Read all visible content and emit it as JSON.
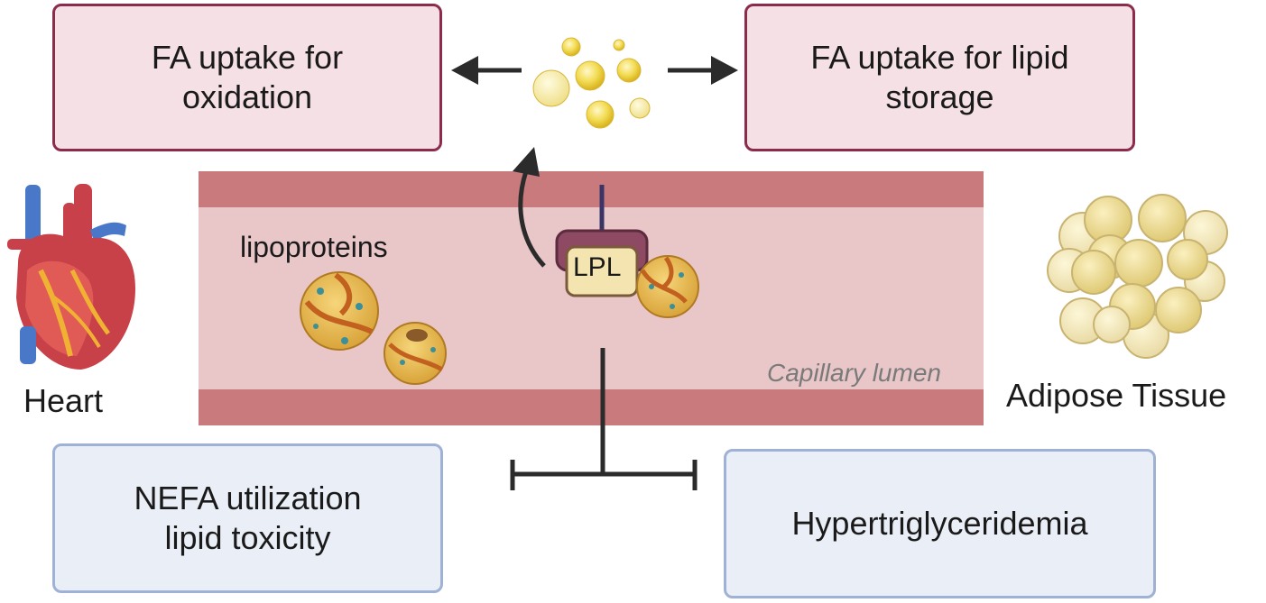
{
  "boxes": {
    "oxidation": "FA uptake for\noxidation",
    "storage": "FA uptake for lipid\nstorage",
    "nefa": "NEFA utilization\nlipid toxicity",
    "hypertg": "Hypertriglyceridemia"
  },
  "labels": {
    "heart": "Heart",
    "adipose": "Adipose Tissue",
    "lipoproteins": "lipoproteins",
    "lpl": "LPL",
    "capillary": "Capillary lumen"
  },
  "icons": [
    "heart-icon",
    "adipose-tissue-icon",
    "lipoprotein-icon",
    "fatty-acid-droplet-icon",
    "lpl-enzyme-icon"
  ],
  "colors": {
    "pink_box_border": "#8b2c4c",
    "pink_box_fill": "#f5e0e5",
    "blue_box_border": "#9fb1d4",
    "blue_box_fill": "#e9eef7",
    "vessel_wall": "#c97a7c",
    "vessel_lumen": "#e9c6c8",
    "fatty_acid": "#f2d84a"
  }
}
